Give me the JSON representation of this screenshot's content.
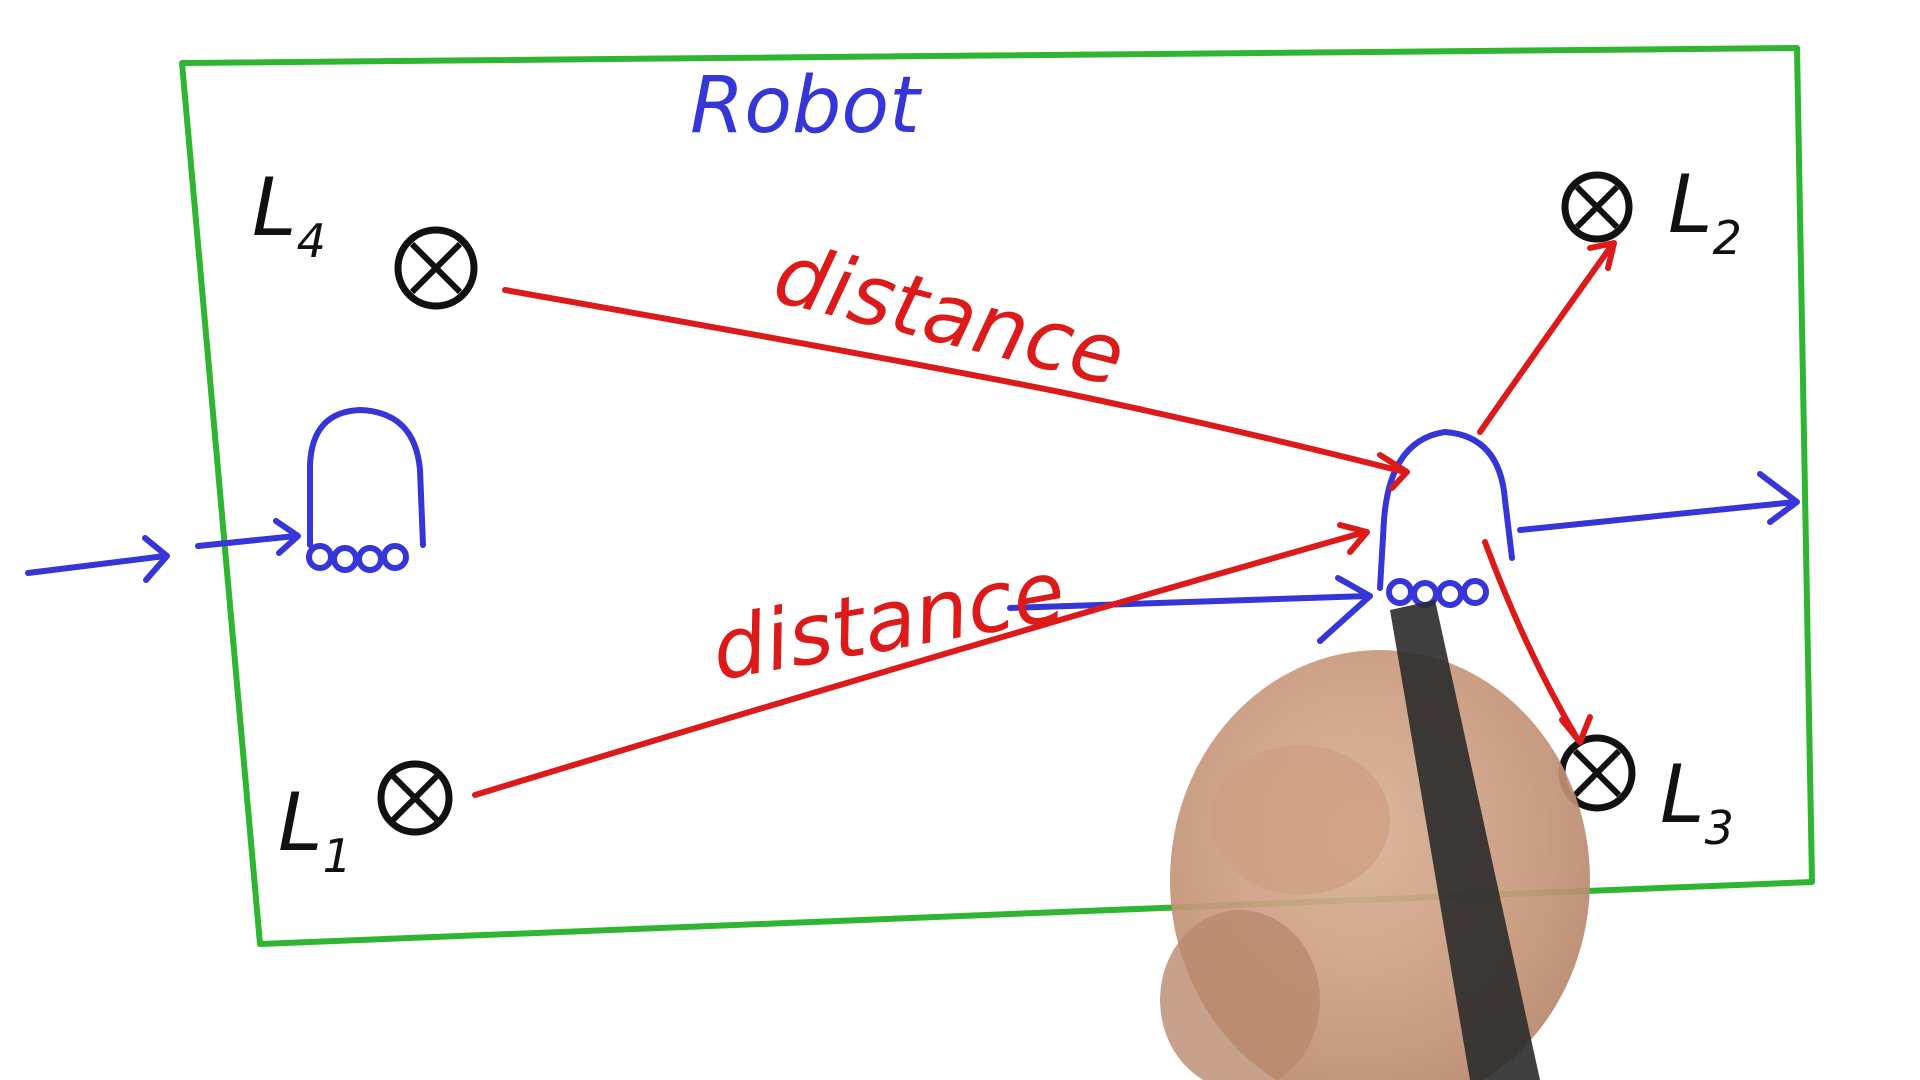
{
  "diagram": {
    "title": "Robot",
    "edge_labels": [
      "distance",
      "distance"
    ],
    "landmarks": [
      {
        "id": "L4",
        "letter": "L",
        "sub": "4"
      },
      {
        "id": "L2",
        "letter": "L",
        "sub": "2"
      },
      {
        "id": "L1",
        "letter": "L",
        "sub": "1"
      },
      {
        "id": "L3",
        "letter": "L",
        "sub": "3"
      }
    ],
    "colors": {
      "frame": "#2fb52f",
      "robot": "#3535d8",
      "measurement": "#dd1a1a",
      "landmark": "#111111",
      "hand": "#c99a7a",
      "pen": "#2b2b2b"
    }
  }
}
